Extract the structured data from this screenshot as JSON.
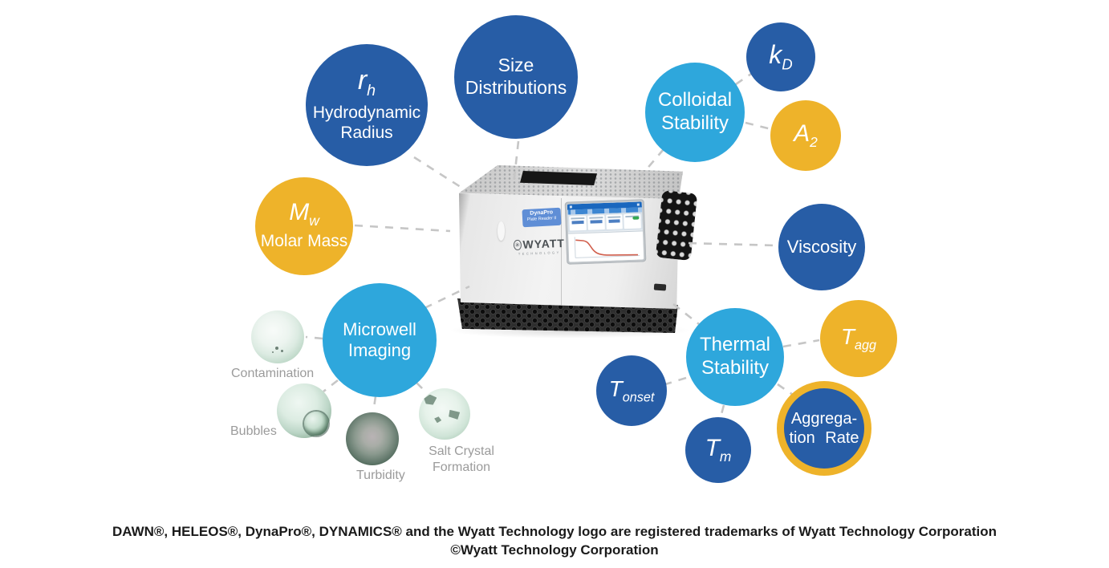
{
  "colors": {
    "dark_blue": "#275DA6",
    "light_blue": "#2EA7DC",
    "gold": "#EEB32A",
    "dash_gray": "#C6C6C6",
    "sublabel_gray": "#9B9B9B"
  },
  "instrument": {
    "model": {
      "line1": "DynaPro",
      "line2": "Plate Reader II"
    },
    "brand": {
      "name": "WYATT",
      "sub": "TECHNOLOGY"
    }
  },
  "nodes": {
    "size_distributions": {
      "line1": "Size",
      "line2": "Distributions"
    },
    "hydrodynamic_radius": {
      "symbol": "r",
      "subscript": "h",
      "caption_line1": "Hydrodynamic",
      "caption_line2": "Radius"
    },
    "molar_mass": {
      "symbol": "M",
      "subscript": "w",
      "caption_line1": "Molar Mass"
    },
    "colloidal_stability": {
      "line1": "Colloidal",
      "line2": "Stability"
    },
    "kd": {
      "symbol": "k",
      "subscript": "D"
    },
    "a2": {
      "symbol": "A",
      "subscript": "2"
    },
    "viscosity": {
      "line1": "Viscosity"
    },
    "microwell_imaging": {
      "line1": "Microwell",
      "line2": "Imaging"
    },
    "thermal_stability": {
      "line1": "Thermal",
      "line2": "Stability"
    },
    "t_onset": {
      "symbol": "T",
      "subscript": "onset"
    },
    "t_m": {
      "symbol": "T",
      "subscript": "m"
    },
    "t_agg": {
      "symbol": "T",
      "subscript": "agg"
    },
    "aggregation_rate": {
      "line1": "Aggrega-",
      "line2": "tion Rate"
    }
  },
  "microwell_examples": {
    "contamination": {
      "label": "Contamination"
    },
    "bubbles": {
      "label": "Bubbles"
    },
    "turbidity": {
      "label": "Turbidity"
    },
    "salt_crystal_formation": {
      "line1": "Salt Crystal",
      "line2": "Formation"
    }
  },
  "footer": {
    "line1": "DAWN®, HELEOS®, DynaPro®, DYNAMICS® and the Wyatt Technology logo are registered trademarks of Wyatt Technology Corporation",
    "line2": "©Wyatt Technology Corporation"
  }
}
